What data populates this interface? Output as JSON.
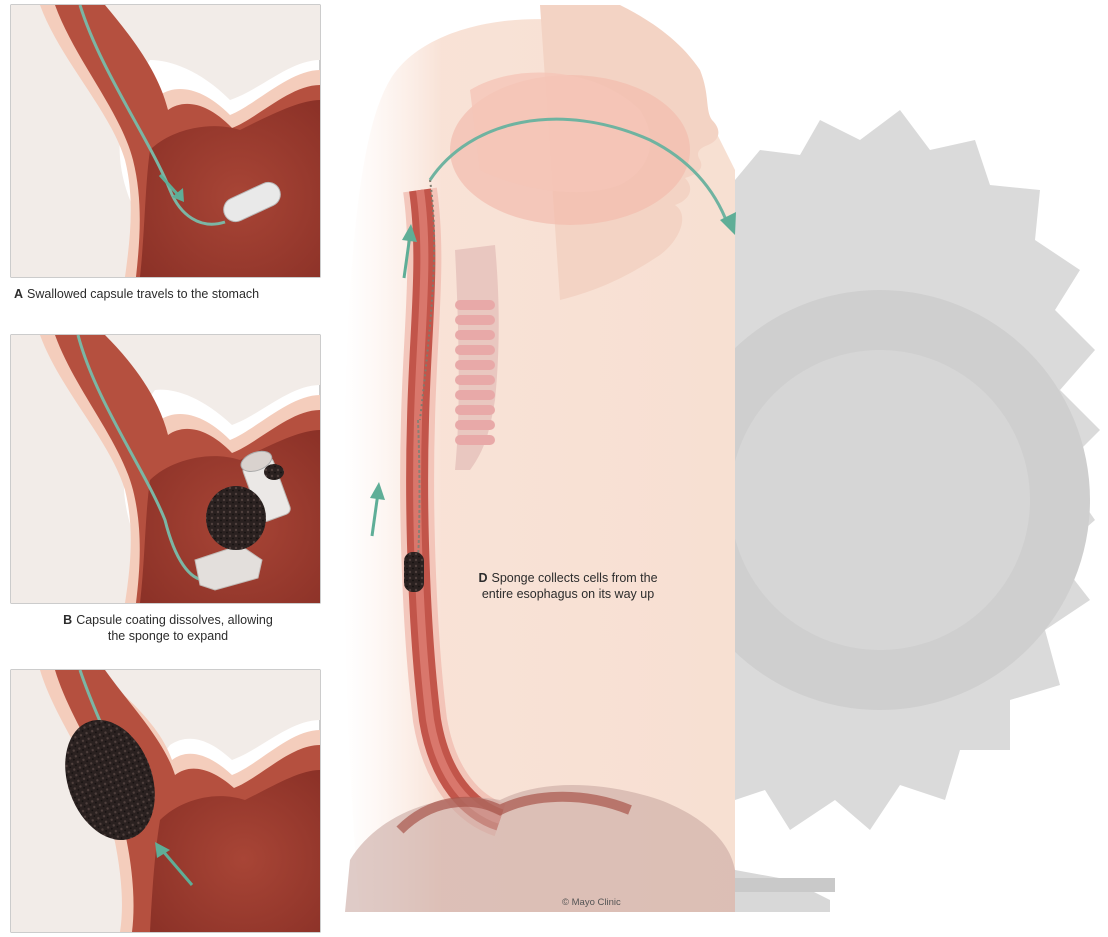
{
  "panels": {
    "a": {
      "letter": "A",
      "caption": "Swallowed capsule travels to the stomach"
    },
    "b": {
      "letter": "B",
      "caption_line1": "Capsule coating dissolves, allowing",
      "caption_line2": "the sponge to expand"
    },
    "d": {
      "letter": "D",
      "caption_line1": "Sponge collects cells from the",
      "caption_line2": "entire esophagus on its way up"
    }
  },
  "credit": "© Mayo Clinic",
  "colors": {
    "tissue": "#b5503f",
    "stomach_interior": "#9e3d31",
    "lining": "#f0c5b2",
    "arrow": "#5fae97",
    "watermark": "#d4d4d4"
  }
}
